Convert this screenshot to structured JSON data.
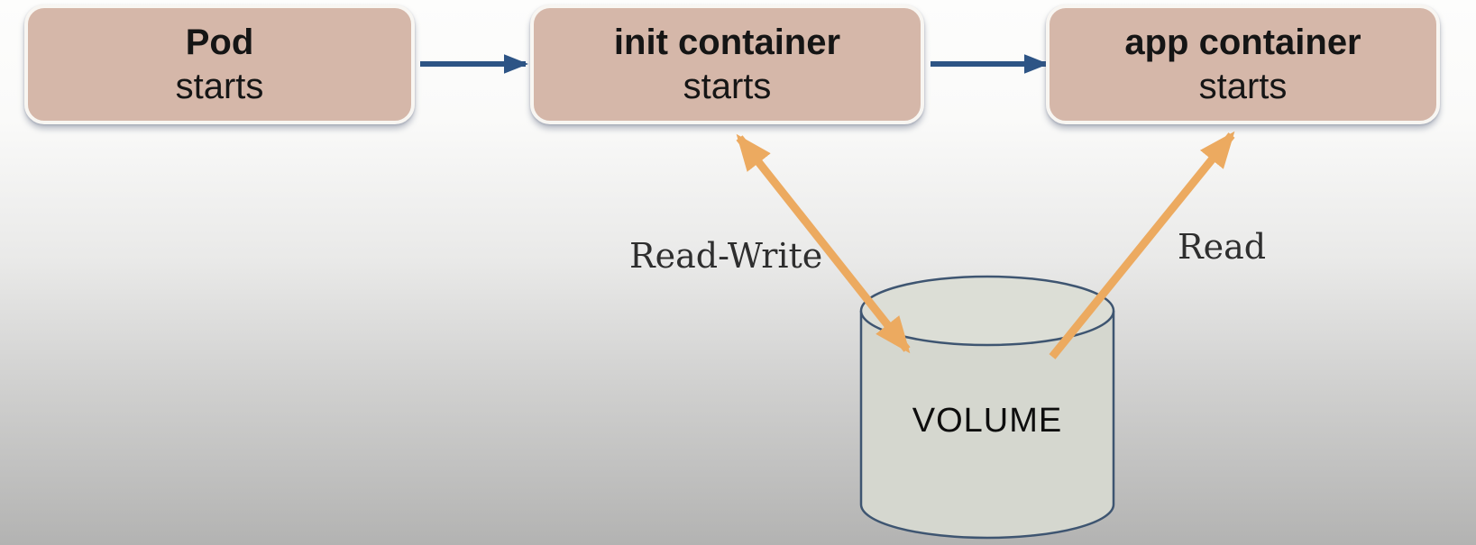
{
  "diagram": {
    "nodes": [
      {
        "id": "pod",
        "title": "Pod",
        "subtitle": "starts"
      },
      {
        "id": "init-container",
        "title": "init container",
        "subtitle": "starts"
      },
      {
        "id": "app-container",
        "title": "app container",
        "subtitle": "starts"
      }
    ],
    "volume": {
      "label": "VOLUME",
      "shape": "cylinder"
    },
    "edges": [
      {
        "from": "Pod",
        "to": "init container",
        "type": "sequence-arrow",
        "label": ""
      },
      {
        "from": "init container",
        "to": "app container",
        "type": "sequence-arrow",
        "label": ""
      },
      {
        "from": "init container",
        "to": "VOLUME",
        "type": "data-arrow",
        "direction": "bidirectional",
        "label": "Read-Write"
      },
      {
        "from": "VOLUME",
        "to": "app container",
        "type": "data-arrow",
        "direction": "unidirectional",
        "label": "Read"
      }
    ],
    "colors": {
      "node-fill": "#d5b7a9",
      "node-border": "#f8f6f2",
      "node-text": "#151515",
      "flow-arrow": "#2d5485",
      "data-arrow": "#ecaa60",
      "cylinder-fill": "#d5d7cf",
      "cylinder-top-fill": "#dcded6",
      "cylinder-stroke": "#3e5571",
      "label-text": "#2e2e2e",
      "bg-top": "#fdfdfc",
      "bg-bottom": "#b3b3b2"
    }
  }
}
